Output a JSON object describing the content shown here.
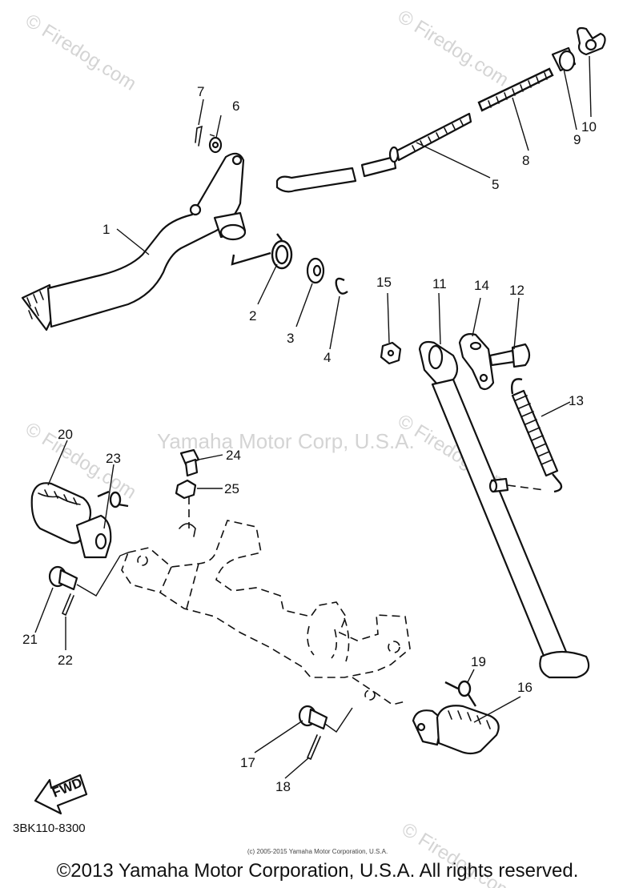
{
  "diagram": {
    "code": "3BK110-8300",
    "watermark_center": "Yamaha Motor Corp, U.S.A.",
    "watermark_site": "© Firedog.com",
    "fwd_label": "FWD",
    "small_copyright": "(c) 2005-2015 Yamaha Motor Corporation, U.S.A.",
    "copyright": "©2013 Yamaha Motor Corporation, U.S.A. All rights reserved."
  },
  "callouts": {
    "p1": "1",
    "p2": "2",
    "p3": "3",
    "p4": "4",
    "p5": "5",
    "p6": "6",
    "p7": "7",
    "p8": "8",
    "p9": "9",
    "p10": "10",
    "p11": "11",
    "p12": "12",
    "p13": "13",
    "p14": "14",
    "p15": "15",
    "p16": "16",
    "p17": "17",
    "p18": "18",
    "p19": "19",
    "p20": "20",
    "p21": "21",
    "p22": "22",
    "p23": "23",
    "p24": "24",
    "p25": "25"
  },
  "colors": {
    "line": "#111111",
    "watermark": "#d4d4d4",
    "background": "#ffffff"
  }
}
